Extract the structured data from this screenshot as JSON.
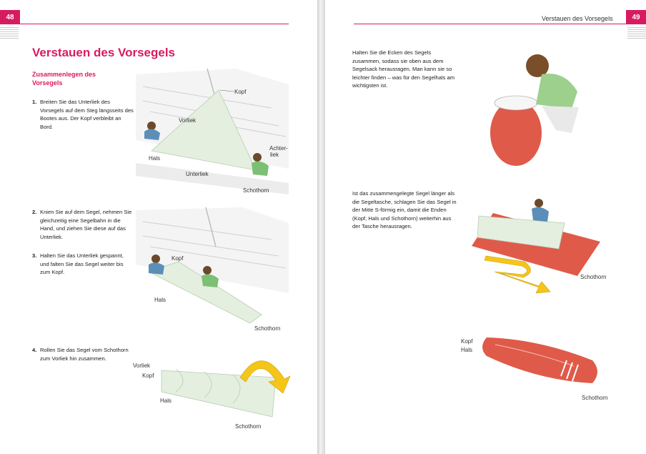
{
  "left_page": {
    "page_number": "48",
    "title": "Verstauen des Vorsegels",
    "subtitle": "Zusammenlegen des Vorsegels",
    "steps": [
      {
        "num": "1.",
        "text": "Breiten Sie das Unterliek des Vorsegels auf dem Steg längsseits des Bootes aus. Der Kopf verbleibt an Bord."
      },
      {
        "num": "2.",
        "text": "Knien Sie auf dem Segel, nehmen Sie gleichzeitig eine Segelbahn in die Hand, und ziehen Sie diese auf das Unterliek."
      },
      {
        "num": "3.",
        "text": "Halten Sie das Unterliek gespannt, und falten Sie das Segel weiter bis zum Kopf."
      },
      {
        "num": "4.",
        "text": "Rollen Sie das Segel vom Schothorn zum Vorliek hin zusammen."
      }
    ],
    "figure1_labels": {
      "kopf": "Kopf",
      "vorliek": "Vorliek",
      "achterliek_1": "Achter-",
      "achterliek_2": "liek",
      "hals": "Hals",
      "unterliek": "Unterliek",
      "schothorn": "Schothorn"
    },
    "figure2_labels": {
      "kopf": "Kopf",
      "hals": "Hals",
      "schothorn": "Schothorn"
    },
    "figure3_labels": {
      "vorliek": "Vorliek",
      "kopf": "Kopf",
      "hals": "Hals",
      "schothorn": "Schothorn"
    }
  },
  "right_page": {
    "page_number": "49",
    "running_head": "Verstauen des Vorsegels",
    "paragraph1": "Halten Sie die Ecken des Segels zusammen, sodass sie oben aus dem Segelsack herausragen. Man kann sie so leichter finden – was für den Segelhals am wichtigsten ist.",
    "paragraph2": "Ist das zusammengelegte Segel länger als die Segeltasche, schlagen Sie das Segel in der Mitte S-förmig ein, damit die Enden (Kopf, Hals und Schothorn) weiterhin aus der Tasche herausragen.",
    "figure5_labels": {
      "schothorn": "Schothorn"
    },
    "figure6_labels": {
      "kopf": "Kopf",
      "hals": "Hals",
      "schothorn": "Schothorn"
    }
  },
  "colors": {
    "accent": "#d81b60",
    "bag_red": "#e05a4a",
    "arrow_yellow": "#f5c518",
    "sail_green": "#e4efdf",
    "shirt_green": "#7dbf74",
    "shirt_blue": "#5b8fb8"
  }
}
